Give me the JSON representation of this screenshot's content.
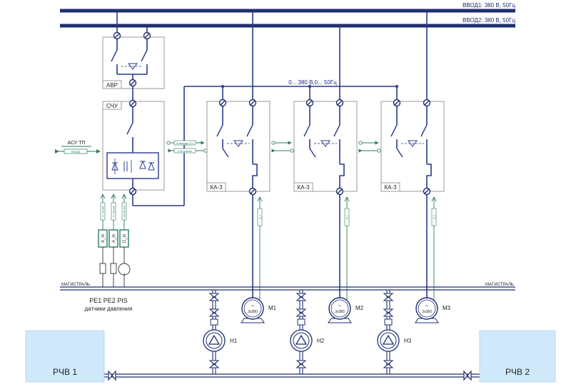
{
  "bus": {
    "input1": "ВВОД1: 380 В, 50Гц",
    "input2": "ВВОД2: 380 В, 50Гц",
    "output_range": "0... 380 В,0... 50Гц"
  },
  "blocks": {
    "avr": "АВР",
    "schu": "СЧУ",
    "ka": [
      "КА-3",
      "КА-3",
      "КА-3"
    ]
  },
  "asu": {
    "title": "АСУ ТП",
    "protocol": "RS485"
  },
  "signals": {
    "control_cmd": "Команды СЧ",
    "control_state": "Состояние",
    "sensor_channels": [
      "4..20 мА",
      "4..20 мА",
      "0/10В RS"
    ],
    "sensor_modules": [
      "A_in",
      "A_in",
      "D_in"
    ],
    "feedback": [
      "Э_с",
      "Э_с",
      "Э_с"
    ]
  },
  "main": {
    "magistral_left": "МАГИСТРАЛЬ",
    "magistral_right": "МАГИСТРАЛЬ",
    "sensors_title": "PE1 PE2 PIS",
    "sensors_caption": "датчики давления"
  },
  "motors": [
    {
      "label": "М1",
      "rating": "3x380",
      "symbol": "~"
    },
    {
      "label": "М2",
      "rating": "3x380",
      "symbol": "~"
    },
    {
      "label": "М3",
      "rating": "3x380",
      "symbol": "~"
    }
  ],
  "pumps": [
    {
      "label": "Н1"
    },
    {
      "label": "Н2"
    },
    {
      "label": "Н3"
    }
  ],
  "tanks": {
    "left": "РЧВ 1",
    "right": "РЧВ 2"
  },
  "colors": {
    "bus": "#1f2f6e",
    "wire": "#2a3a8a",
    "signal": "#2e7d5b",
    "box": "#9a9a9a",
    "tank": "#cfe9fb"
  }
}
